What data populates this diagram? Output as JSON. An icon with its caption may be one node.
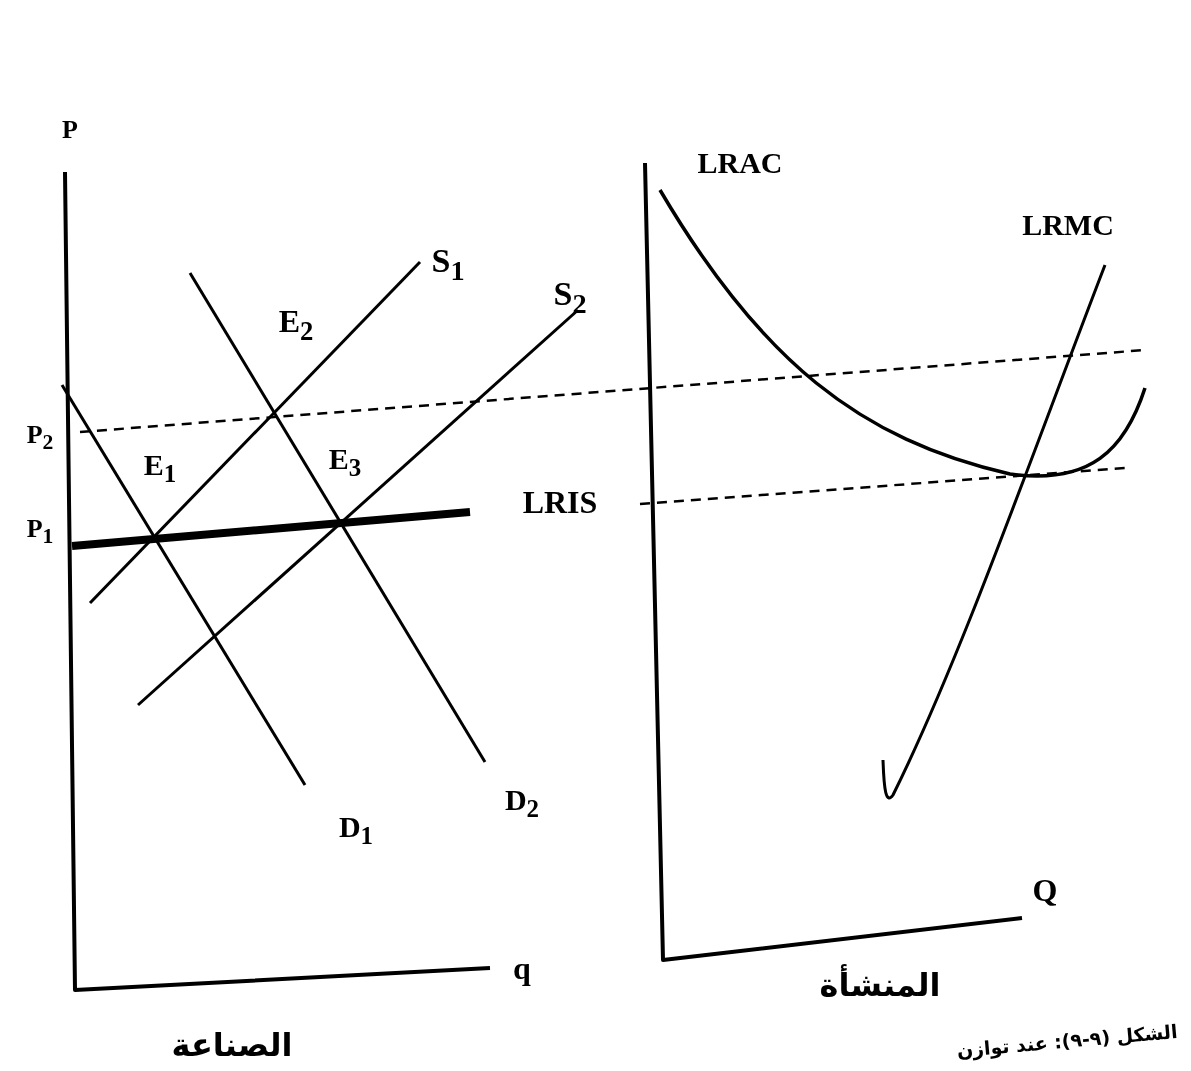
{
  "diagram": {
    "caption": "الشكل (٩-٩): عند توازن",
    "labels": [
      "P",
      "LRAC",
      "LRMC",
      "S$_{1}$",
      "E$_{2}$",
      "S$_{2}$",
      "P$_{2}$",
      "E$_{1}$",
      "E$_{3}$",
      "P$_{1}$",
      "LRIS",
      "D$_{2}$",
      "D$_{1}$",
      "Q",
      "q",
      "المنشأة",
      "الصناعة"
    ]
  }
}
